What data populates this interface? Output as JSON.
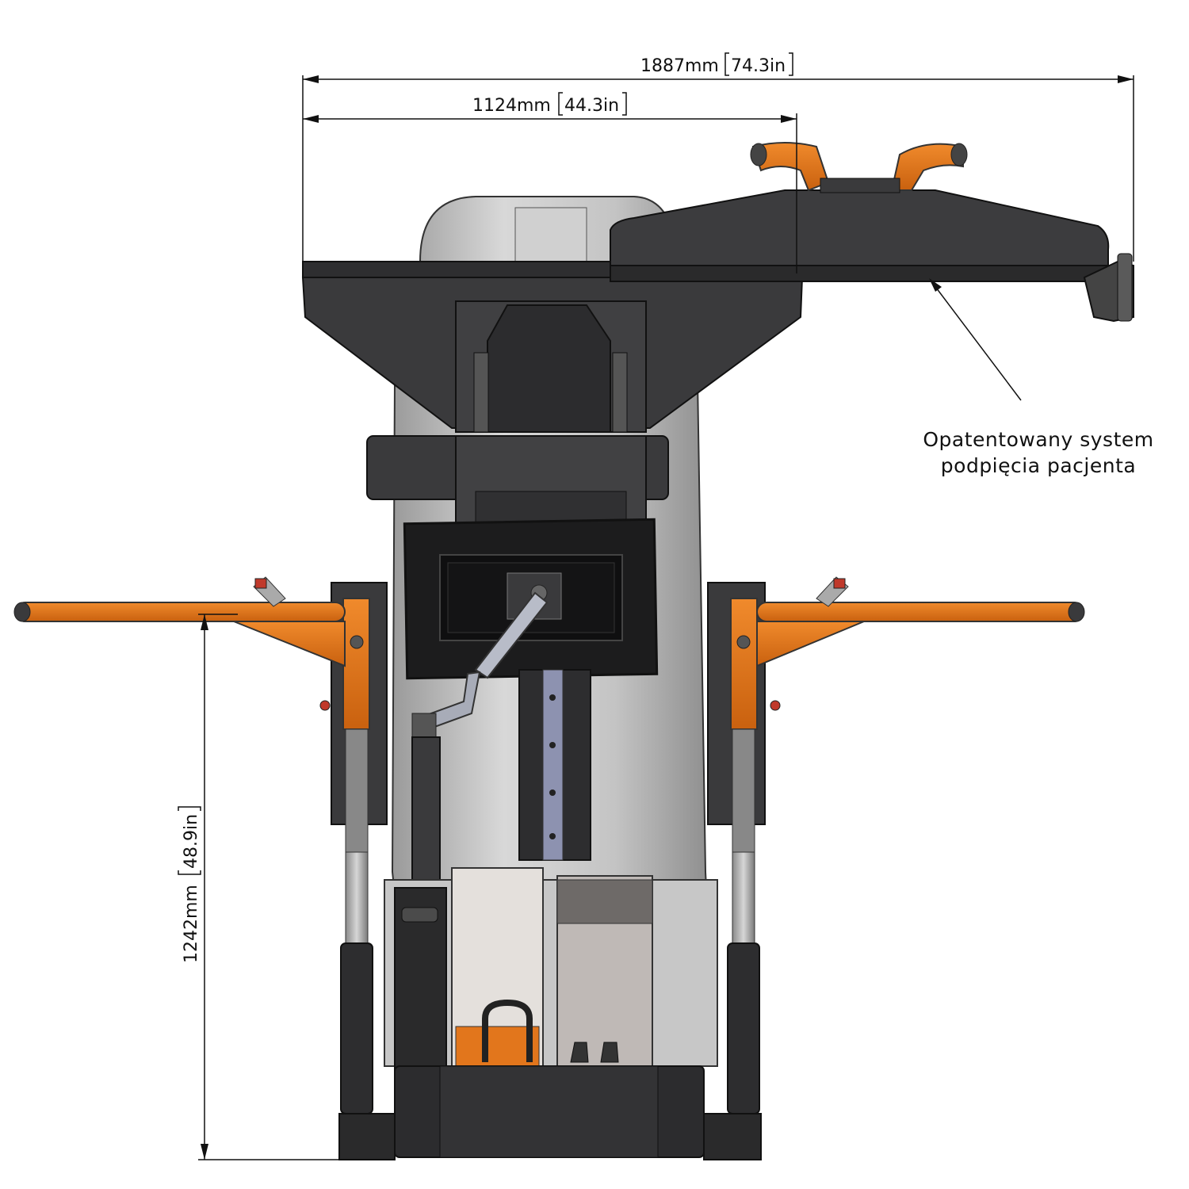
{
  "dimensions": {
    "overall_width": {
      "mm": "1887mm",
      "in": "74.3in"
    },
    "platform_width": {
      "mm": "1124mm",
      "in": "44.3in"
    },
    "handrail_height": {
      "mm": "1242mm",
      "in": "48.9in"
    }
  },
  "callout": {
    "line1": "Opatentowany system",
    "line2": "podpięcia pacjenta"
  },
  "colors": {
    "frame": "#3a3a3c",
    "frame_dark": "#2a2a2b",
    "accent_orange": "#e2761c",
    "body_grey": "#bdbdbd",
    "panel_light": "#e4e0dc",
    "line": "#111111"
  }
}
